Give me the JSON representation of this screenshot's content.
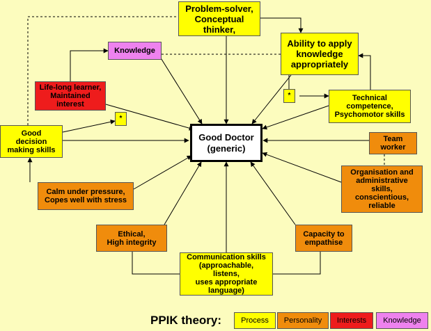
{
  "nodes": {
    "center": "Good Doctor\n(generic)",
    "problem_solver": "Problem-solver,\nConceptual\nthinker,",
    "ability": "Ability to apply\nknowledge\nappropriately",
    "knowledge": "Knowledge",
    "lifelong": "Life-long learner,\nMaintained\ninterest",
    "technical": "Technical\ncompetence,\nPsychomotor skills",
    "decision": "Good\ndecision\nmaking skills",
    "team": "Team\nworker",
    "organisation": "Organisation and\nadministrative\nskills,\nconscientious,\nreliable",
    "calm": "Calm under pressure,\nCopes well with stress",
    "ethical": "Ethical,\nHigh integrity",
    "empathise": "Capacity to\nempathise",
    "communication": "Communication skills\n(approachable,\nlistens,\nuses appropriate\nlanguage)",
    "star1": "*",
    "star2": "*"
  },
  "legend": {
    "title": "PPIK theory:",
    "items": [
      {
        "label": "Process",
        "color": "#ffff00"
      },
      {
        "label": "Personality",
        "color": "#f08c0c"
      },
      {
        "label": "Interests",
        "color": "#ee1c1c"
      },
      {
        "label": "Knowledge",
        "color": "#ee82ee"
      }
    ]
  },
  "colors": {
    "background": "#fcfcbe",
    "process": "#ffff00",
    "personality": "#f08c0c",
    "interests": "#ee1c1c",
    "knowledge": "#ee82ee"
  }
}
